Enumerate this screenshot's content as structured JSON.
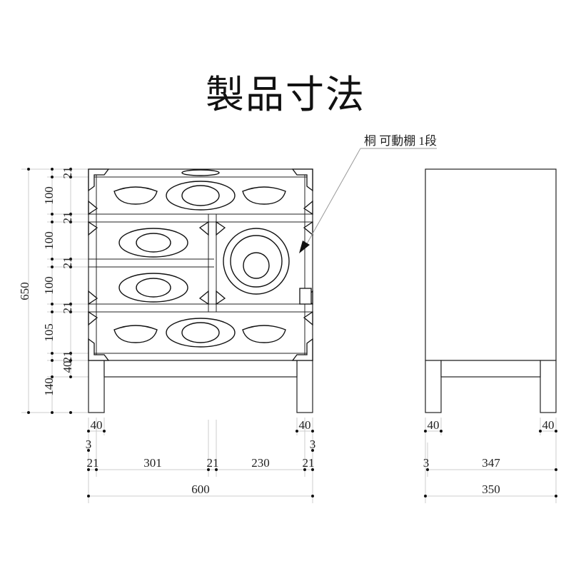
{
  "title": "製品寸法",
  "callout": "桐 可動棚 1段",
  "left_dims": {
    "total": "650",
    "rows": [
      "21",
      "100",
      "21",
      "100",
      "21",
      "100",
      "21",
      "105",
      "21",
      "40",
      "140"
    ]
  },
  "front_bottom_dims": {
    "leg_left": "40",
    "leg_right": "40",
    "gap_left": "3",
    "gap_right": "3",
    "row": [
      "21",
      "301",
      "21",
      "230",
      "21"
    ],
    "total": "600"
  },
  "side_bottom_dims": {
    "leg_left": "40",
    "leg_right": "40",
    "row": [
      "3",
      "347"
    ],
    "total": "350"
  }
}
